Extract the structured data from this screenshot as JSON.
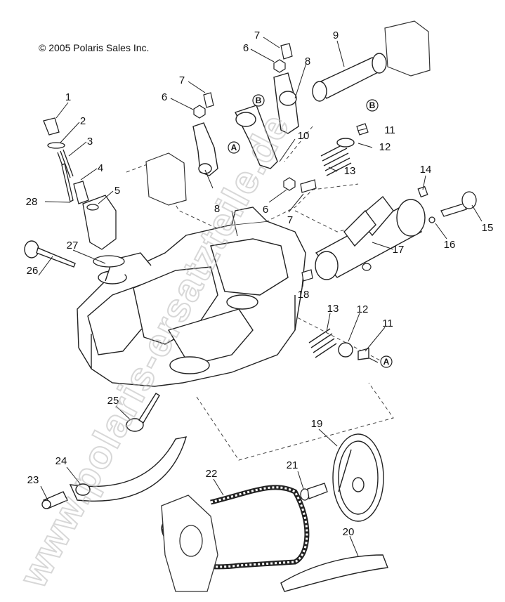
{
  "copyright": "© 2005 Polaris Sales Inc.",
  "watermark": "www.polaris-ersatzteile.de",
  "reference_letters": {
    "A": "A",
    "B": "B"
  },
  "callouts": {
    "n1": "1",
    "n2": "2",
    "n3": "3",
    "n4": "4",
    "n5": "5",
    "n6a": "6",
    "n6b": "6",
    "n6c": "6",
    "n7a": "7",
    "n7b": "7",
    "n7c": "7",
    "n8a": "8",
    "n8b": "8",
    "n9": "9",
    "n10": "10",
    "n11a": "11",
    "n11b": "11",
    "n12a": "12",
    "n12b": "12",
    "n13a": "13",
    "n13b": "13",
    "n14": "14",
    "n15": "15",
    "n16": "16",
    "n17": "17",
    "n18": "18",
    "n19": "19",
    "n20": "20",
    "n21": "21",
    "n22": "22",
    "n23": "23",
    "n24": "24",
    "n25": "25",
    "n26": "26",
    "n27": "27",
    "n28": "28"
  }
}
